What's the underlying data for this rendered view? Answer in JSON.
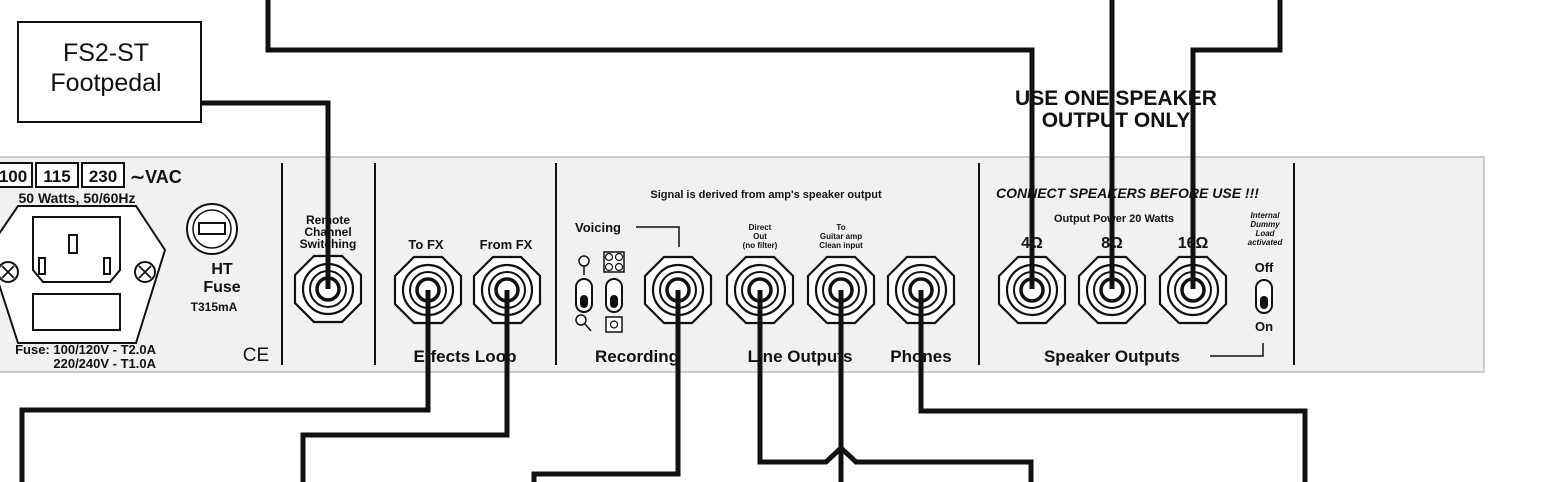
{
  "footpedal": {
    "line1": "FS2-ST",
    "line2": "Footpedal"
  },
  "speaker_warning": {
    "line1": "USE ONE SPEAKER",
    "line2": "OUTPUT ONLY"
  },
  "power": {
    "voltages": [
      "100",
      "115",
      "230"
    ],
    "vac_label": "∼VAC",
    "rating": "50 Watts, 50/60Hz",
    "fuse_note_1": "Fuse: 100/120V - T2.0A",
    "fuse_note_2": "220/240V - T1.0A",
    "ce_mark": "CE"
  },
  "ht_fuse": {
    "line1": "HT",
    "line2": "Fuse",
    "rating": "T315mA"
  },
  "remote": {
    "line1": "Remote",
    "line2": "Channel",
    "line3": "Switching"
  },
  "effects": {
    "to_fx": "To FX",
    "from_fx": "From FX",
    "section": "Effects Loop"
  },
  "signal_note": "Signal is derived from amp's speaker output",
  "recording": {
    "voicing": "Voicing",
    "section": "Recording"
  },
  "line_outputs": {
    "direct_1": "Direct",
    "direct_2": "Out",
    "direct_3": "(no filter)",
    "guitar_1": "To",
    "guitar_2": "Guitar amp",
    "guitar_3": "Clean input",
    "section": "Line Outputs"
  },
  "phones": {
    "section": "Phones"
  },
  "speakers": {
    "warning": "CONNECT SPEAKERS BEFORE USE !!!",
    "power": "Output Power 20 Watts",
    "ohm_4": "4Ω",
    "ohm_8": "8Ω",
    "ohm_16": "16Ω",
    "section": "Speaker Outputs"
  },
  "dummy_load": {
    "line1": "Internal",
    "line2": "Dummy",
    "line3": "Load",
    "line4": "activated",
    "off": "Off",
    "on": "On"
  }
}
